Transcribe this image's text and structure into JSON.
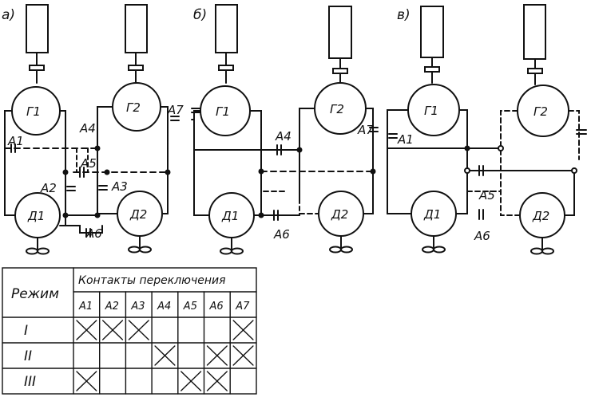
{
  "panels": [
    {
      "id": "a",
      "label": "а)"
    },
    {
      "id": "b",
      "label": "б)"
    },
    {
      "id": "v",
      "label": "в)"
    }
  ],
  "labels": {
    "g1": "Г1",
    "g2": "Г2",
    "d1": "Д1",
    "d2": "Д2",
    "a1": "А1",
    "a2": "А2",
    "a3": "А3",
    "a4": "А4",
    "a5": "А5",
    "a6": "А6",
    "a7": "А7"
  },
  "table": {
    "mode_header": "Режим",
    "contacts_header": "Контакты переключения",
    "columns": [
      "А1",
      "А2",
      "А3",
      "А4",
      "А5",
      "А6",
      "А7"
    ],
    "rows": [
      {
        "mode": "I",
        "closed": [
          true,
          true,
          true,
          false,
          false,
          false,
          true
        ]
      },
      {
        "mode": "II",
        "closed": [
          false,
          false,
          false,
          true,
          false,
          true,
          true
        ]
      },
      {
        "mode": "III",
        "closed": [
          true,
          false,
          false,
          false,
          true,
          true,
          false
        ]
      }
    ]
  }
}
